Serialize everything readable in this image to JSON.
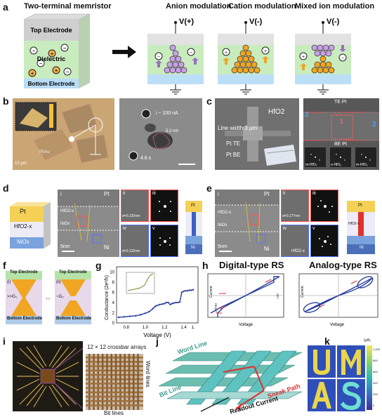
{
  "panels": {
    "a": "a",
    "b": "b",
    "c": "c",
    "d": "d",
    "e": "e",
    "f": "f",
    "g": "g",
    "h": "h",
    "i": "i",
    "j": "j",
    "k": "k"
  },
  "a": {
    "title_memristor": "Two-terminal memristor",
    "top": "Top Electrode",
    "diel": "Dielectric",
    "bottom": "Bottom Electrode",
    "anion": "Anion modulation",
    "cation": "Cation modulation",
    "mixed": "Mixed ion modulation",
    "v_plus": "V(+)",
    "v_minus": "V(-)"
  },
  "b": {
    "scale": "10 μm",
    "cur": "i ~ 100 nA",
    "time": "4.6 s",
    "inset": "Pt/Au",
    "len1": "5.2 nm"
  },
  "c": {
    "lw": "Line width 3 μm",
    "hfo": "HfO2",
    "pte": "Pt TE",
    "pbe": "Pt BE",
    "te": "TE Pt",
    "be": "BE Pt",
    "n2": "2",
    "n1": "1",
    "p1": "m-HfO₂",
    "p2": "o-HfO₂",
    "p3": "m-HfO₂"
  },
  "d": {
    "pt": "Pt",
    "hfo": "HfO2-x",
    "nio": "NiOx",
    "ni": "Ni",
    "i": "i",
    "ii": "ii",
    "iii": "iii",
    "iv": "iv",
    "v": "v",
    "d1": "d=0.120nm",
    "d2": "d=0.122nm",
    "scale": "5nm"
  },
  "e": {
    "pt": "Pt",
    "hfo": "HfO2-x",
    "nio": "NiOx",
    "ni": "Ni",
    "i": "i",
    "ii": "ii",
    "iii": "iii",
    "iv": "iv",
    "v": "v",
    "d1": "d=0.177nm",
    "scale": "5nm"
  },
  "f": {
    "top": "Top Electrode",
    "bottom": "Bottom Electrode",
    "i": "(i)",
    "ii": "(ii)",
    "g1": ">>G₀",
    "g2": "~G₀"
  },
  "g": {
    "ylabel": "Conductance (2e²/h)",
    "xlabel": "Voltage (V)"
  },
  "h": {
    "digital": "Digital-type RS",
    "analog": "Analog-type RS",
    "current": "Current",
    "voltage": "Voltage",
    "set": "SET",
    "reset": "RESET"
  },
  "i": {
    "crossbar": "12 × 12 crossbar arrays",
    "word": "Word lines",
    "bit": "Bit lines"
  },
  "j": {
    "word": "Word Line",
    "bit": "Bit Line",
    "sneak": "Sneak Path",
    "readout": "Readout Current"
  },
  "k": {
    "unit": "(μA)",
    "letters": "UMAS"
  },
  "chart_data": {
    "type": "line",
    "title": "",
    "xlabel": "Voltage (V)",
    "ylabel": "Conductance (2e²/h)",
    "x_ticks": [
      "0.8",
      "1.0",
      "1.2",
      "1.4",
      "1."
    ],
    "y_ticks": [
      "0",
      "2",
      "4",
      "6",
      "8",
      "10"
    ],
    "xlim": [
      0.7,
      1.55
    ],
    "ylim": [
      0,
      11
    ],
    "series": [
      {
        "x": [
          0.72,
          0.78,
          0.84,
          0.9,
          0.95,
          1.0,
          1.04,
          1.08,
          1.1,
          1.12,
          1.15,
          1.18,
          1.2,
          1.22,
          1.24,
          1.26,
          1.28,
          1.3,
          1.32,
          1.34,
          1.36,
          1.38,
          1.4,
          1.42,
          1.44,
          1.46,
          1.48,
          1.5
        ],
        "y": [
          1.1,
          1.2,
          1.3,
          1.4,
          1.6,
          1.9,
          2.2,
          2.8,
          3.2,
          3.4,
          3.6,
          3.7,
          3.8,
          4.0,
          4.0,
          3.6,
          3.8,
          3.9,
          4.0,
          4.0,
          4.1,
          6.0,
          6.2,
          6.3,
          6.3,
          6.4,
          6.4,
          6.5
        ]
      }
    ]
  },
  "k_colorbar": {
    "ticks": [
      "1,000",
      "800",
      "600",
      "400",
      "200",
      "0"
    ]
  }
}
